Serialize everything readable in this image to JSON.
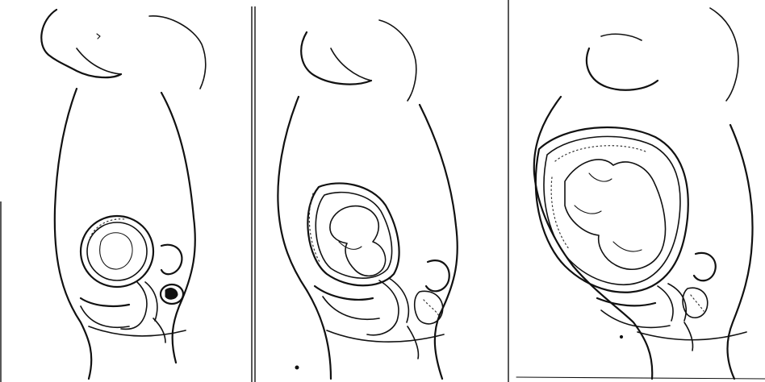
{
  "figure": {
    "panels": [
      {
        "stage": "early-pregnancy"
      },
      {
        "stage": "mid-pregnancy"
      },
      {
        "stage": "late-pregnancy"
      }
    ],
    "colors": {
      "ink": "#111111",
      "paper": "#ffffff"
    }
  }
}
